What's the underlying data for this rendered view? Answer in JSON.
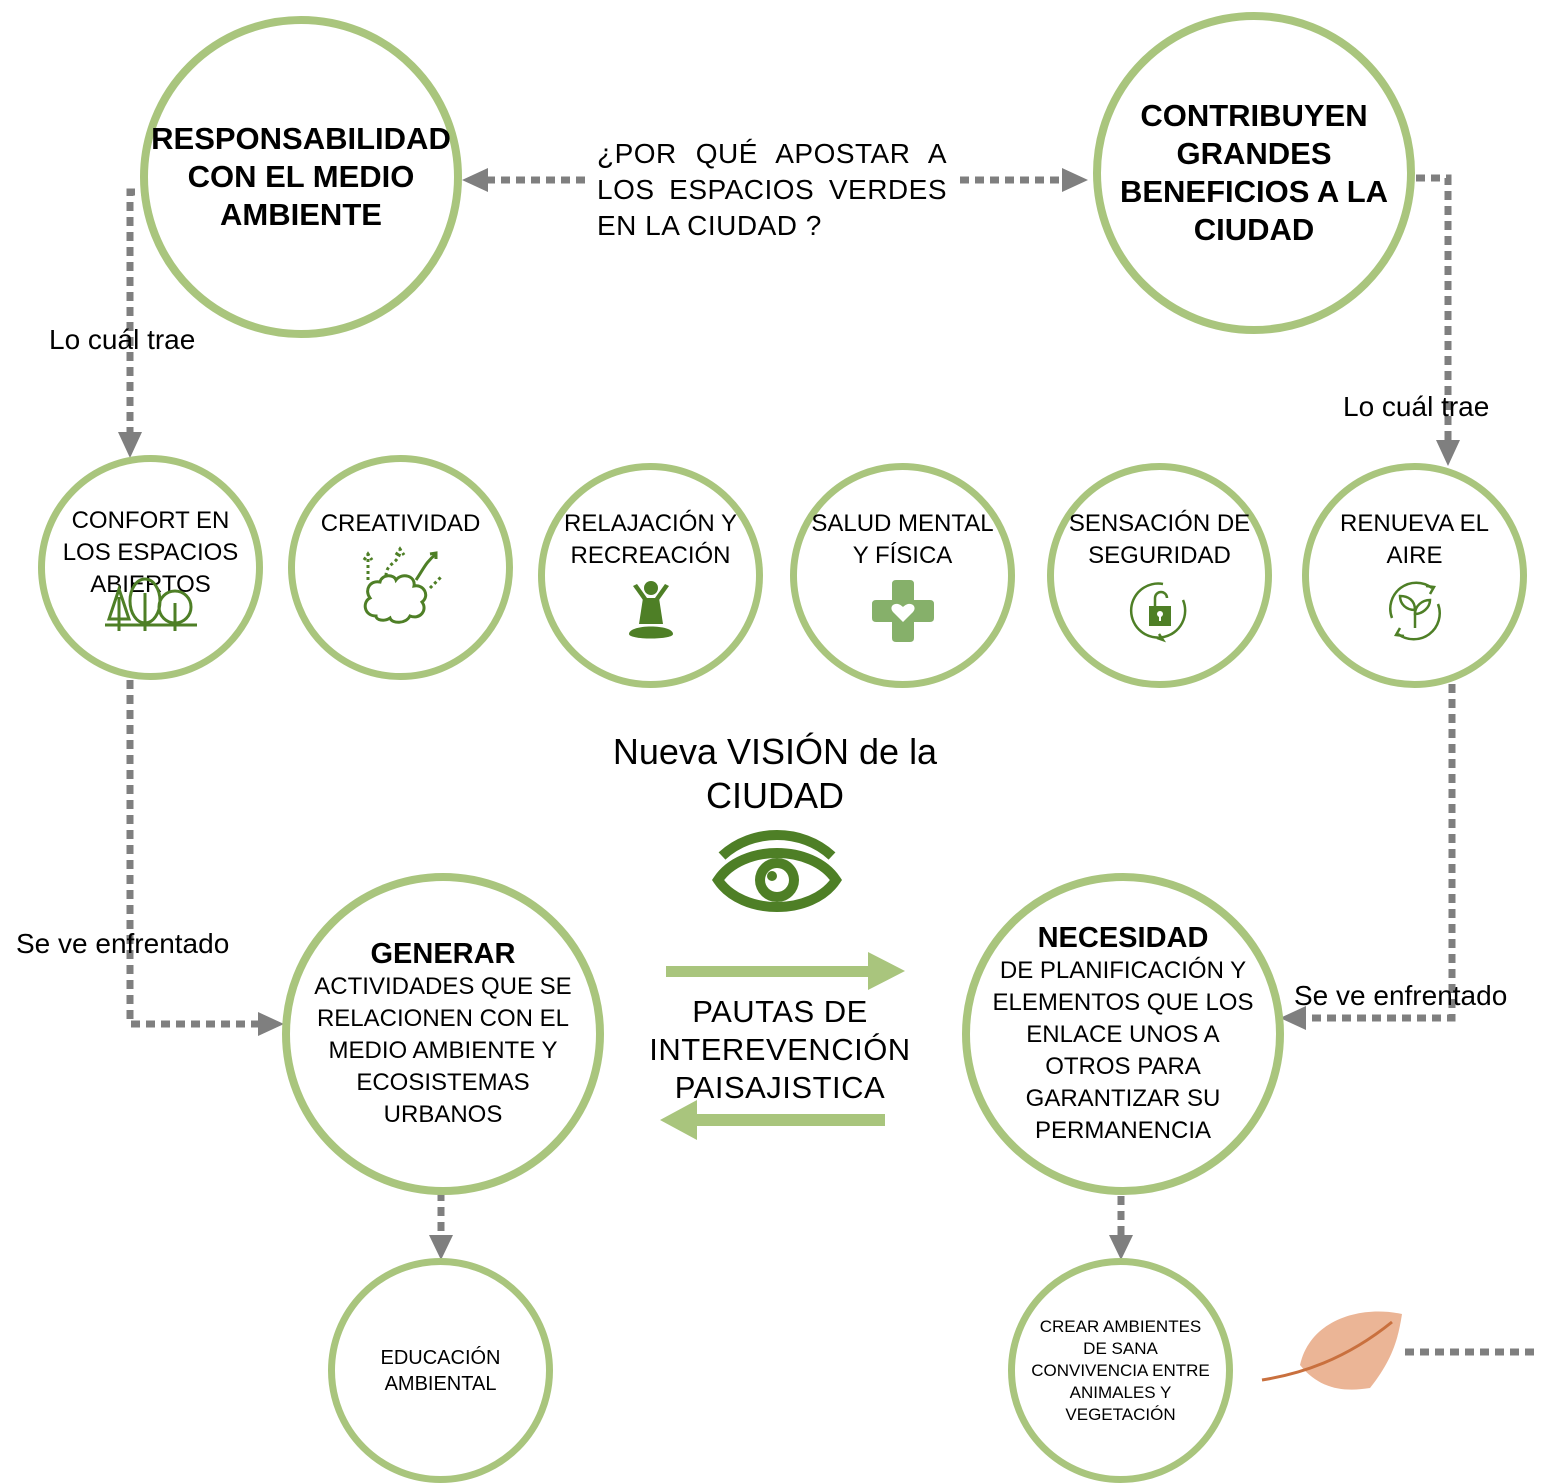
{
  "colors": {
    "ring": "#a9c57d",
    "arrow_gray": "#7f7f7f",
    "icon_green_dark": "#4e7f26",
    "icon_green_light": "#86b06a",
    "feather": "#e6a07e"
  },
  "question": "¿POR QUÉ APOSTAR A LOS ESPACIOS VERDES EN LA CIUDAD ?",
  "top_left": {
    "lines": [
      "RESPONSABILIDAD",
      "CON EL MEDIO",
      "AMBIENTE"
    ]
  },
  "top_right": {
    "lines": [
      "CONTRIBUYEN",
      "GRANDES",
      "BENEFICIOS A LA",
      "CIUDAD"
    ]
  },
  "connectors": {
    "left_trae": "Lo cuál trae",
    "right_trae": "Lo cuál trae",
    "left_enfrentado": "Se ve enfrentado",
    "right_enfrentado": "Se ve enfrentado"
  },
  "benefits": [
    {
      "lines": [
        "CONFORT EN",
        "LOS ESPACIOS",
        "ABIERTOS"
      ],
      "icon": "trees-icon"
    },
    {
      "lines": [
        "CREATIVIDAD"
      ],
      "icon": "brain-icon"
    },
    {
      "lines": [
        "RELAJACIÓN Y",
        "RECREACIÓN"
      ],
      "icon": "meditation-icon"
    },
    {
      "lines": [
        "SALUD MENTAL",
        "Y FÍSICA"
      ],
      "icon": "health-cross-icon"
    },
    {
      "lines": [
        "SENSACIÓN DE",
        "SEGURIDAD"
      ],
      "icon": "padlock-icon"
    },
    {
      "lines": [
        "RENUEVA EL",
        "AIRE"
      ],
      "icon": "plant-cycle-icon"
    }
  ],
  "vision": {
    "pre": "Nueva ",
    "bold1": "VISIÓN",
    "mid": " de la",
    "bold2": "CIUDAD",
    "icon": "eye-icon"
  },
  "generar": {
    "title": "GENERAR",
    "lines": [
      "ACTIVIDADES QUE SE",
      "RELACIONEN CON EL",
      "MEDIO AMBIENTE Y",
      "ECOSISTEMAS",
      "URBANOS"
    ]
  },
  "necesidad": {
    "title": "NECESIDAD",
    "lines": [
      "DE PLANIFICACIÓN Y",
      "ELEMENTOS QUE LOS",
      "ENLACE UNOS A",
      "OTROS PARA",
      "GARANTIZAR SU",
      "PERMANENCIA"
    ]
  },
  "pautas": {
    "lines": [
      "PAUTAS DE",
      "INTEREVENCIÓN",
      "PAISAJISTICA"
    ]
  },
  "educacion": {
    "lines": [
      "EDUCACIÓN",
      "AMBIENTAL"
    ]
  },
  "crear": {
    "lines": [
      "CREAR AMBIENTES",
      "DE SANA",
      "CONVIVENCIA ENTRE",
      "ANIMALES Y",
      "VEGETACIÓN"
    ]
  }
}
